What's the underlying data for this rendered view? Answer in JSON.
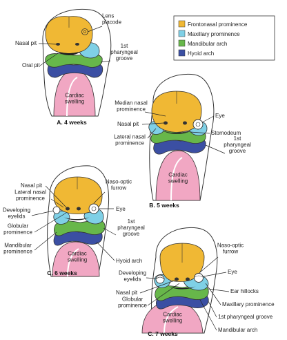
{
  "legend": {
    "items": [
      {
        "label": "Frontonasal prominence",
        "color": "#f0b834"
      },
      {
        "label": "Maxillary prominence",
        "color": "#7fd0e6"
      },
      {
        "label": "Mandibular arch",
        "color": "#67b74a"
      },
      {
        "label": "Hyoid arch",
        "color": "#3b4fa3"
      }
    ]
  },
  "colors": {
    "cardiac": "#f1a7c3",
    "outline": "#333333"
  },
  "panelA": {
    "caption": "A. 4 weeks",
    "labels": {
      "lens_placode": "Lens\nplacode",
      "nasal_pit": "Nasal pit",
      "oral_pit": "Oral pit",
      "pharyngeal_groove": "1st\npharyngeal\ngroove",
      "cardiac": "Cardiac\nswelling"
    }
  },
  "panelB": {
    "caption": "B. 5 weeks",
    "labels": {
      "median_nasal": "Median nasal\nprominence",
      "nasal_pit": "Nasal pit",
      "lateral_nasal": "Lateral nasal\nprominence",
      "eye": "Eye",
      "stomodeum": "Stomodeum",
      "pharyngeal_groove": "1st\npharyngeal\ngroove",
      "cardiac": "Cardiac\nswelling"
    }
  },
  "panelC6": {
    "caption": "C. 6 weeks",
    "labels": {
      "nasal_pit": "Nasal pit",
      "lateral_nasal": "Lateral nasal\nprominence",
      "developing_eyelids": "Developing\neyelids",
      "globular": "Globular\nprominence",
      "mandibular": "Mandibular\nprominence",
      "naso_optic": "Naso-optic\nfurrow",
      "eye": "Eye",
      "pharyngeal_groove": "1st\npharyngeal\ngroove",
      "hyoid_arch": "Hyoid arch",
      "cardiac": "Cardiac\nswelling"
    }
  },
  "panelC7": {
    "caption": "C. 7 weeks",
    "labels": {
      "developing_eyelids": "Developing\neyelids",
      "nasal_pit": "Nasal pit",
      "globular": "Globular\nprominence",
      "naso_optic": "Naso-optic\nfurrow",
      "eye": "Eye",
      "ear_hillocks": "Ear hillocks",
      "maxillary": "Maxillary prominence",
      "pharyngeal_groove": "1st pharyngeal groove",
      "mandibular_arch": "Mandibular arch",
      "cardiac": "Cardiac\nswelling"
    }
  }
}
